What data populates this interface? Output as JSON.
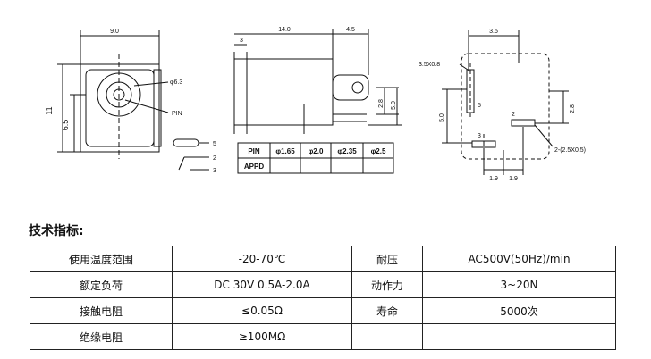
{
  "drawing": {
    "front": {
      "width": "9.0",
      "height": "11",
      "inner_height": "6.5",
      "hole_dia": "φ6.3",
      "pin_label": "PIN"
    },
    "side": {
      "length": "14.0",
      "offset": "4.5",
      "left_offset": "3",
      "dim_a": "2.8",
      "dim_b": "5.0"
    },
    "pin_callouts": [
      "5",
      "2",
      "3"
    ],
    "pin_table": {
      "header": [
        "PIN",
        "φ1.65",
        "φ2.0",
        "φ2.35",
        "φ2.5"
      ],
      "row_label": "APPD"
    },
    "footprint": {
      "width": "3.5",
      "slot": "3.5X0.8",
      "height": "5.0",
      "right_dim": "2.8",
      "pins": [
        "5",
        "2",
        "3"
      ],
      "pad_note": "2-(2.5X0.5)",
      "spacing": [
        "1.9",
        "1.9"
      ]
    }
  },
  "spec_title": "技术指标:",
  "specs": [
    [
      "使用温度范围",
      "-20-70℃",
      "耐压",
      "AC500V(50Hz)/min"
    ],
    [
      "额定负荷",
      "DC 30V 0.5A-2.0A",
      "动作力",
      "3~20N"
    ],
    [
      "接触电阻",
      "≤0.05Ω",
      "寿命",
      "5000次"
    ],
    [
      "绝缘电阻",
      "≥100MΩ",
      "",
      ""
    ]
  ]
}
